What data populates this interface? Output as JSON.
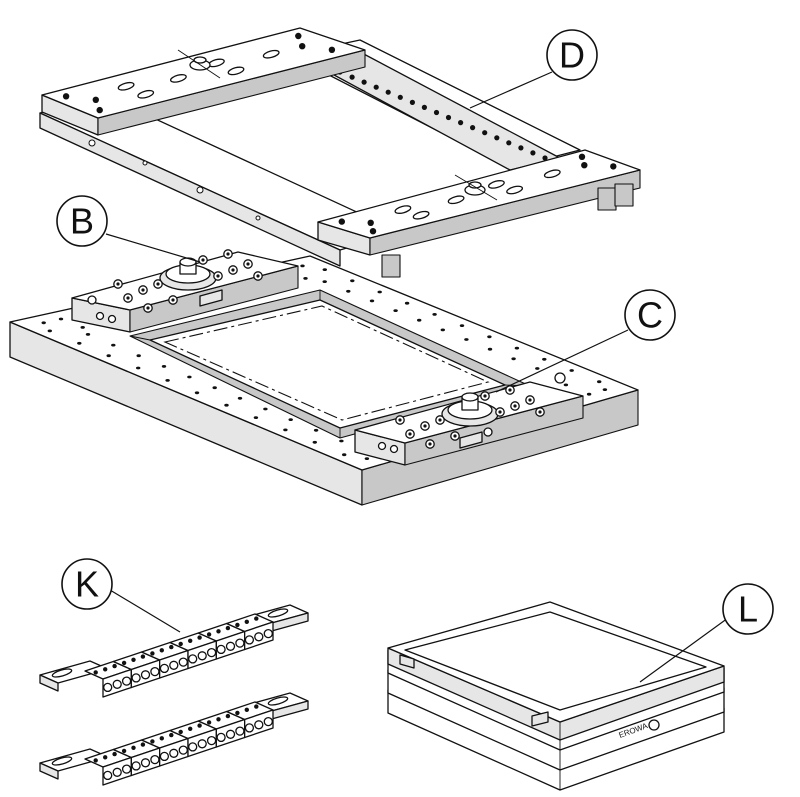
{
  "callouts": {
    "d": "D",
    "b": "B",
    "c": "C",
    "k": "K",
    "l": "L"
  },
  "tray_brand": "EROWA",
  "colors": {
    "line": "#111111",
    "face_light": "#ffffff",
    "face_shade": "#e6e6e6",
    "face_dark": "#c8c8c8"
  }
}
